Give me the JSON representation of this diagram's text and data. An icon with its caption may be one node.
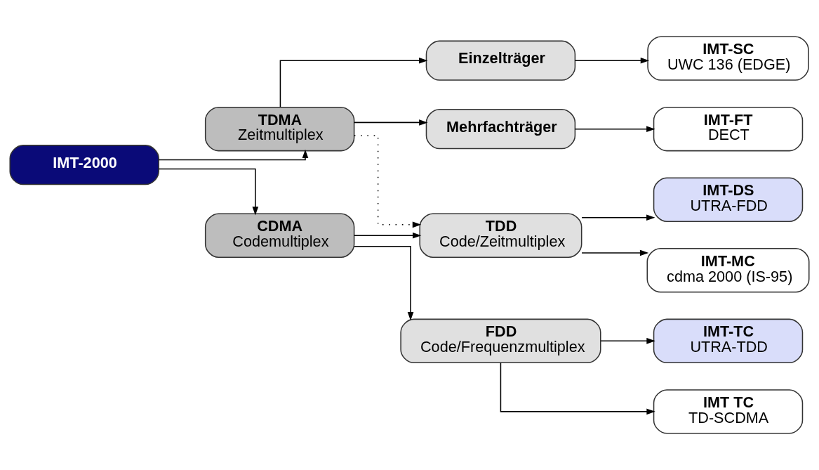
{
  "diagram": {
    "nodes": [
      {
        "text": [
          "IMT-2000"
        ]
      },
      {
        "text": [
          "TDMA",
          "Zeitmultiplex"
        ]
      },
      {
        "text": [
          "CDMA",
          "Codemultiplex"
        ]
      },
      {
        "text": [
          "Einzelträger"
        ]
      },
      {
        "text": [
          "Mehrfachträger"
        ]
      },
      {
        "text": [
          "TDD",
          "Code/Zeitmultiplex"
        ]
      },
      {
        "text": [
          "FDD",
          "Code/Frequenzmultiplex"
        ]
      },
      {
        "text": [
          "IMT-SC",
          "UWC 136 (EDGE)"
        ]
      },
      {
        "text": [
          "IMT-FT",
          "DECT"
        ]
      },
      {
        "text": [
          "IMT-DS",
          "UTRA-FDD"
        ]
      },
      {
        "text": [
          "IMT-MC",
          "cdma 2000 (IS-95)"
        ]
      },
      {
        "text": [
          "IMT-TC",
          "UTRA-TDD"
        ]
      },
      {
        "text": [
          "IMT TC",
          "TD-SCDMA"
        ]
      }
    ],
    "edges": [
      {
        "from": 0,
        "to": 1,
        "arrow": "to"
      },
      {
        "from": 0,
        "to": 2,
        "arrow": "to"
      },
      {
        "from": 1,
        "to": 3,
        "arrow": "to"
      },
      {
        "from": 1,
        "to": 4,
        "arrow": "to"
      },
      {
        "from": 1,
        "to": 5,
        "arrow": "to",
        "style": "dashed"
      },
      {
        "from": 2,
        "to": 5,
        "arrow": "to"
      },
      {
        "from": 2,
        "to": 6,
        "arrow": "to"
      },
      {
        "from": 3,
        "to": 7,
        "arrow": "to"
      },
      {
        "from": 4,
        "to": 8,
        "arrow": "to"
      },
      {
        "from": 5,
        "to": 9,
        "arrow": "to"
      },
      {
        "from": 5,
        "to": 10,
        "arrow": "to"
      },
      {
        "from": 6,
        "to": 11,
        "arrow": "to"
      },
      {
        "from": 6,
        "to": 12,
        "arrow": "to"
      }
    ]
  }
}
